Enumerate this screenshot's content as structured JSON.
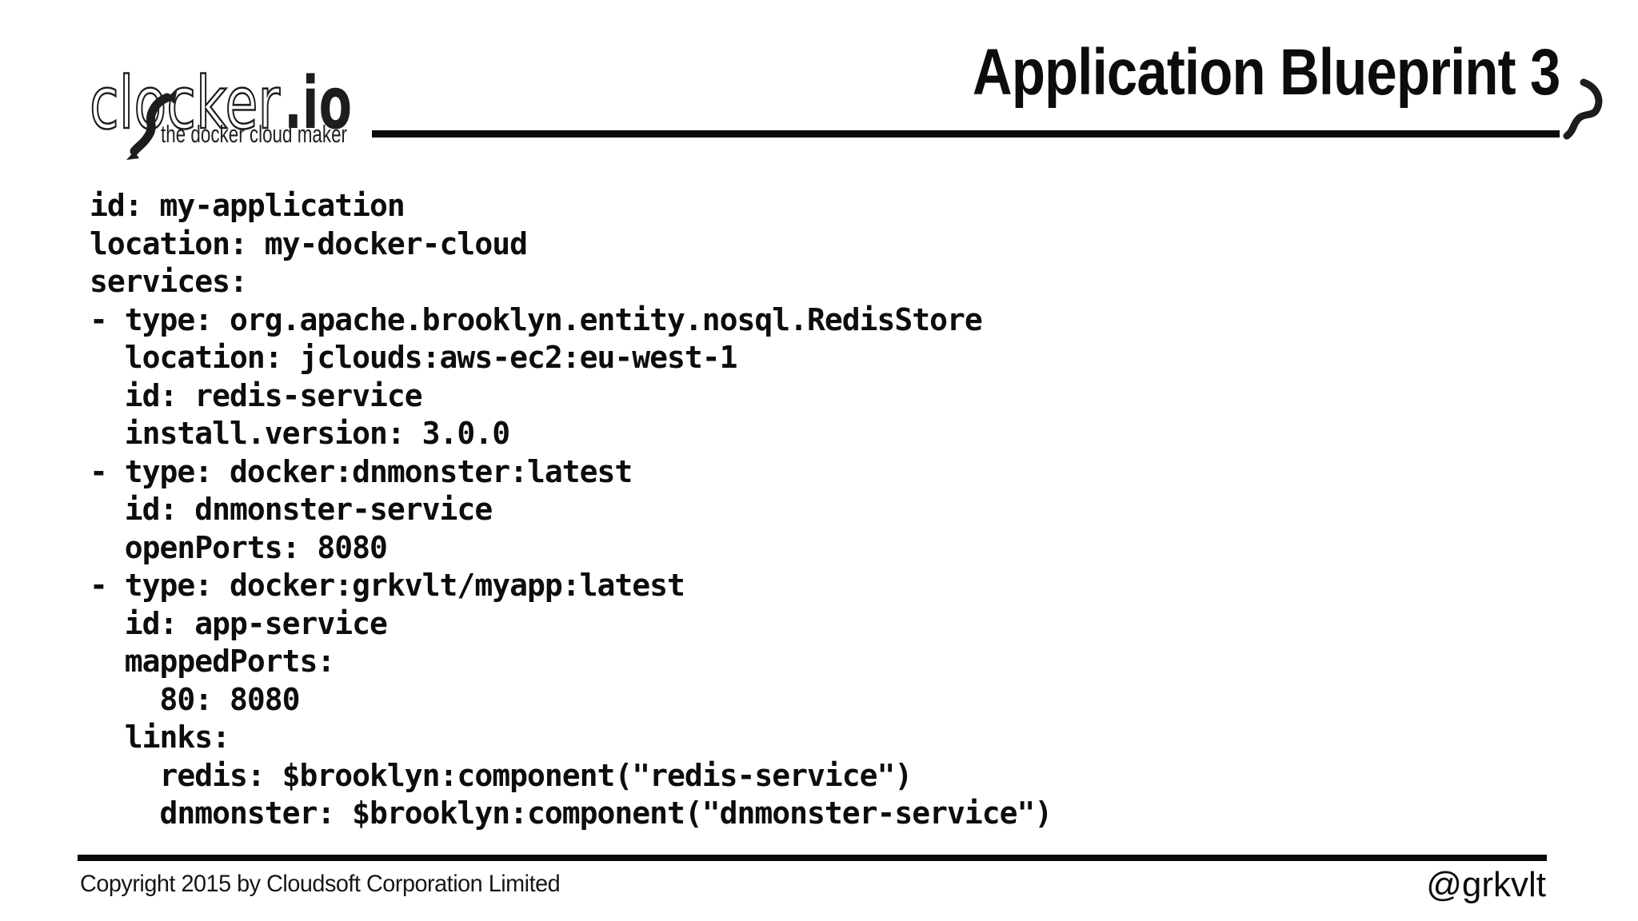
{
  "logo": {
    "word": "clocker",
    "tld": ".io",
    "tagline": "the docker cloud maker"
  },
  "header": {
    "title": "Application Blueprint 3"
  },
  "code": {
    "lines": [
      "id: my-application",
      "location: my-docker-cloud",
      "services:",
      "- type: org.apache.brooklyn.entity.nosql.RedisStore",
      "  location: jclouds:aws-ec2:eu-west-1",
      "  id: redis-service",
      "  install.version: 3.0.0",
      "- type: docker:dnmonster:latest",
      "  id: dnmonster-service",
      "  openPorts: 8080",
      "- type: docker:grkvlt/myapp:latest",
      "  id: app-service",
      "  mappedPorts:",
      "    80: 8080",
      "  links:",
      "    redis: $brooklyn:component(\"redis-service\")",
      "    dnmonster: $brooklyn:component(\"dnmonster-service\")"
    ]
  },
  "footer": {
    "copyright": "Copyright 2015 by Cloudsoft Corporation Limited",
    "handle": "@grkvlt"
  },
  "colors": {
    "ink": "#111111",
    "rule": "#0a0a0a",
    "background": "#ffffff"
  }
}
